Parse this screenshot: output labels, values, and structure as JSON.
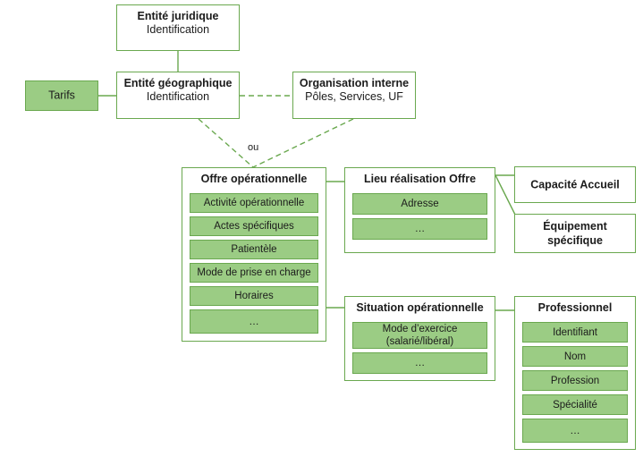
{
  "diagram": {
    "title_text": "",
    "colors": {
      "border_green": "#6aa84f",
      "fill_green": "#9bcc84",
      "text_dark": "#1b1b1b",
      "background": "#ffffff"
    },
    "connector_label": "ou",
    "nodes": {
      "tarifs": {
        "label": "Tarifs"
      },
      "entite_juridique": {
        "title": "Entité juridique",
        "subtitle": "Identification"
      },
      "entite_geographique": {
        "title": "Entité géographique",
        "subtitle": "Identification"
      },
      "organisation_interne": {
        "title": "Organisation interne",
        "subtitle": "Pôles, Services, UF"
      },
      "offre_operationnelle": {
        "title": "Offre opérationnelle",
        "attributes": [
          "Activité opérationnelle",
          "Actes spécifiques",
          "Patientèle",
          "Mode de prise en charge",
          "Horaires",
          "…"
        ]
      },
      "lieu_realisation_offre": {
        "title": "Lieu réalisation Offre",
        "attributes": [
          "Adresse",
          "…"
        ]
      },
      "capacite_accueil": {
        "label": "Capacité Accueil"
      },
      "equipement_specifique": {
        "label_line1": "Équipement",
        "label_line2": "spécifique"
      },
      "situation_operationnelle": {
        "title": "Situation opérationnelle",
        "attributes_multiline": [
          {
            "line1": "Mode d’exercice",
            "line2": "(salarié/libéral)"
          },
          {
            "line1": "…",
            "line2": ""
          }
        ]
      },
      "professionnel": {
        "title": "Professionnel",
        "attributes": [
          "Identifiant",
          "Nom",
          "Profession",
          "Spécialité",
          "…"
        ]
      }
    }
  }
}
